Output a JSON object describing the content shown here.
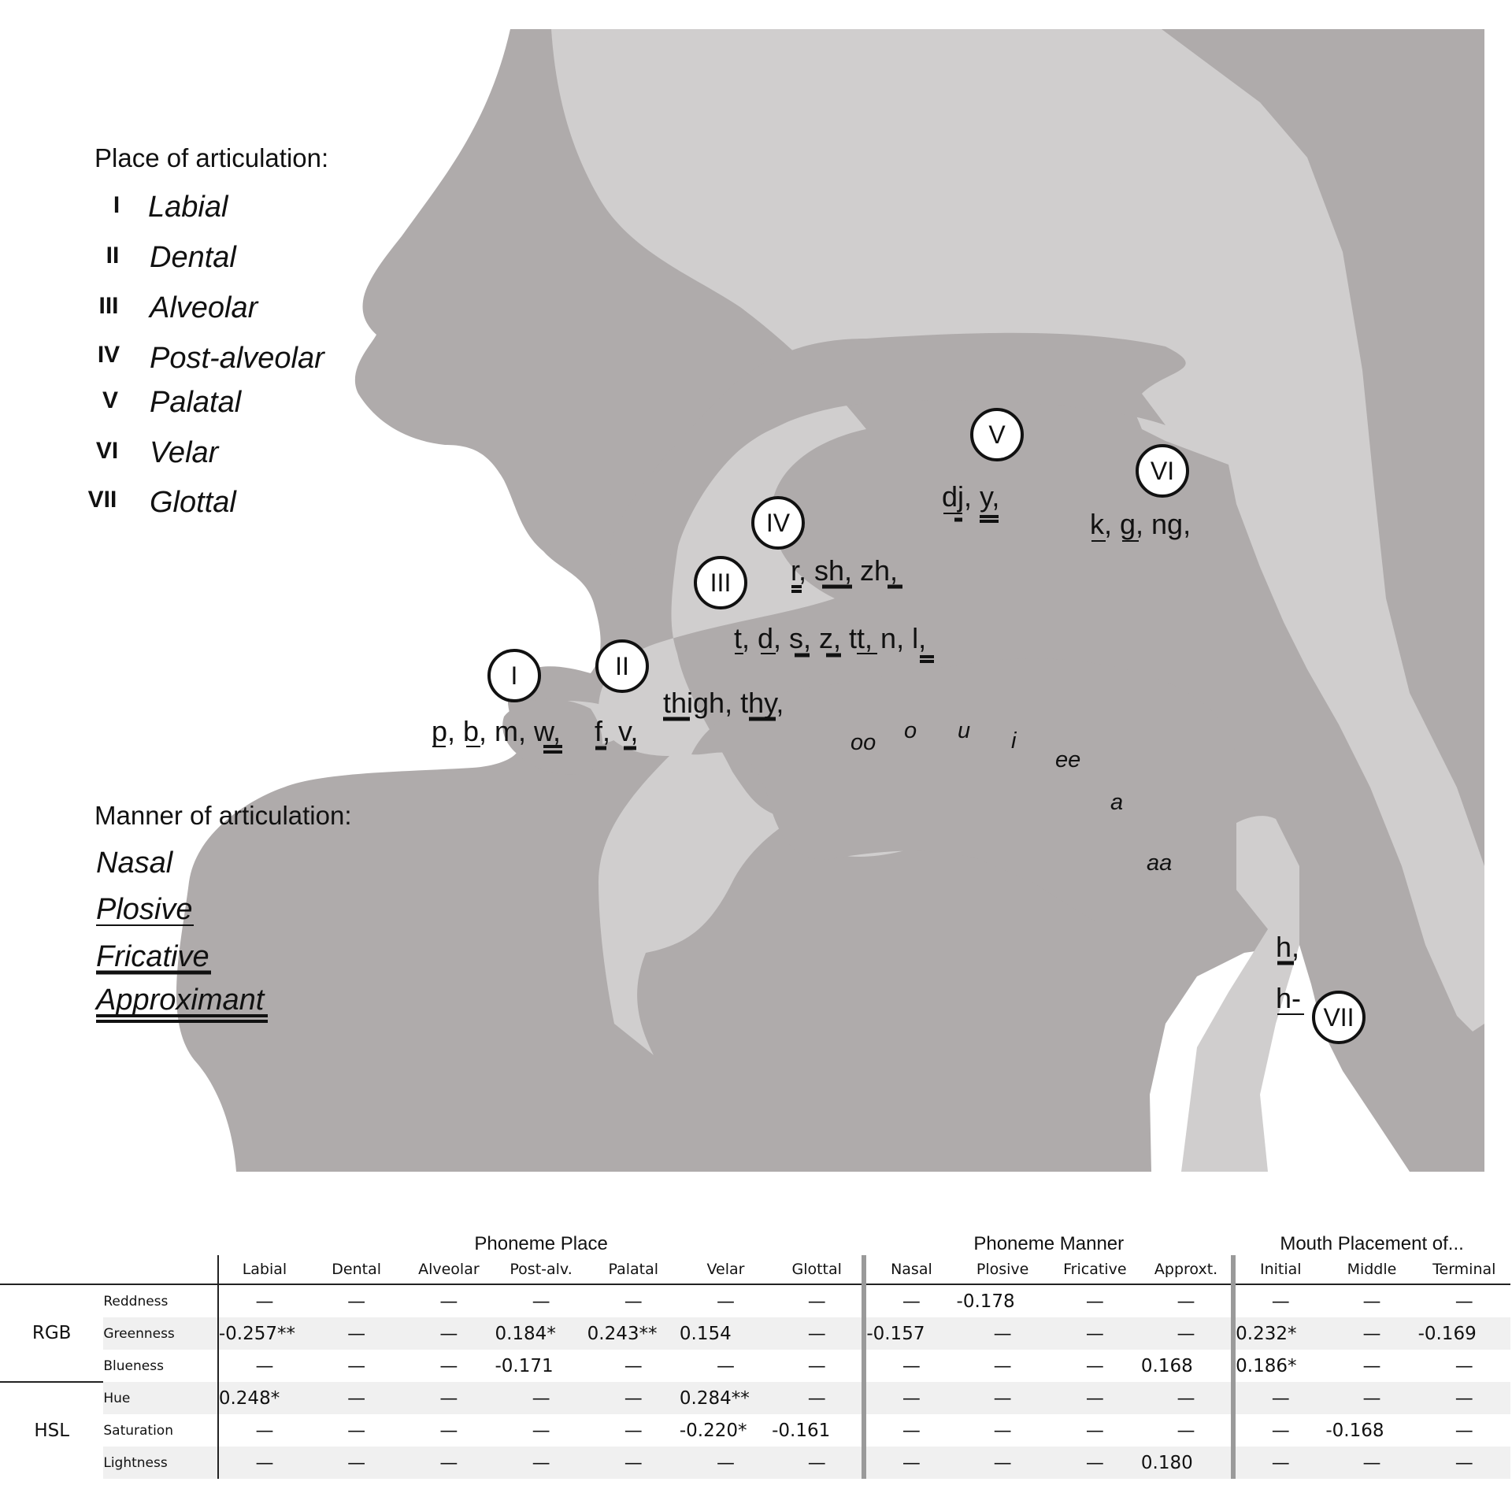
{
  "diagram": {
    "colors": {
      "tissue": "#afabab",
      "cavity": "#d0cece",
      "ink": "#111111"
    },
    "place_legend": {
      "title": "Place of articulation:",
      "items": [
        {
          "numeral": "I",
          "name": "Labial"
        },
        {
          "numeral": "II",
          "name": "Dental"
        },
        {
          "numeral": "III",
          "name": "Alveolar"
        },
        {
          "numeral": "IV",
          "name": "Post-alveolar"
        },
        {
          "numeral": "V",
          "name": "Palatal"
        },
        {
          "numeral": "VI",
          "name": "Velar"
        },
        {
          "numeral": "VII",
          "name": "Glottal"
        }
      ]
    },
    "manner_legend": {
      "title": "Manner of articulation:",
      "items": [
        "Nasal",
        "Plosive",
        "Fricative",
        "Approximant"
      ]
    },
    "place_markers": [
      "I",
      "II",
      "III",
      "IV",
      "V",
      "VI",
      "VII"
    ],
    "phoneme_groups": [
      "p, b, m, w,",
      "f, v,",
      "thigh, thy,",
      "t, d, s, z, tt, n, l,",
      "r, sh, zh,",
      "dj, y,",
      "k, g, ng,",
      "h,",
      "h-"
    ],
    "vowels": [
      "oo",
      "o",
      "u",
      "i",
      "ee",
      "a",
      "aa"
    ]
  },
  "table": {
    "groups": [
      "Phoneme Place",
      "Phoneme Manner",
      "Mouth Placement of..."
    ],
    "columns": [
      "Labial",
      "Dental",
      "Alveolar",
      "Post-alv.",
      "Palatal",
      "Velar",
      "Glottal",
      "Nasal",
      "Plosive",
      "Fricative",
      "Approxt.",
      "Initial",
      "Middle",
      "Terminal"
    ],
    "spaces": [
      "RGB",
      "HSL"
    ],
    "rows": [
      {
        "metric": "Reddness",
        "values": [
          "—",
          "—",
          "—",
          "—",
          "—",
          "—",
          "—",
          "—",
          "-0.178",
          "—",
          "—",
          "—",
          "—",
          "—"
        ]
      },
      {
        "metric": "Greenness",
        "values": [
          "-0.257**",
          "—",
          "—",
          "0.184*",
          "0.243**",
          "0.154",
          "—",
          "-0.157",
          "—",
          "—",
          "—",
          "0.232*",
          "—",
          "-0.169"
        ]
      },
      {
        "metric": "Blueness",
        "values": [
          "—",
          "—",
          "—",
          "-0.171",
          "—",
          "—",
          "—",
          "—",
          "—",
          "—",
          "0.168",
          "0.186*",
          "—",
          "—"
        ]
      },
      {
        "metric": "Hue",
        "values": [
          "0.248*",
          "—",
          "—",
          "—",
          "—",
          "0.284**",
          "—",
          "—",
          "—",
          "—",
          "—",
          "—",
          "—",
          "—"
        ]
      },
      {
        "metric": "Saturation",
        "values": [
          "—",
          "—",
          "—",
          "—",
          "—",
          "-0.220*",
          "-0.161",
          "—",
          "—",
          "—",
          "—",
          "—",
          "-0.168",
          "—"
        ]
      },
      {
        "metric": "Lightness",
        "values": [
          "—",
          "—",
          "—",
          "—",
          "—",
          "—",
          "—",
          "—",
          "—",
          "—",
          "0.180",
          "—",
          "—",
          "—"
        ]
      }
    ]
  }
}
